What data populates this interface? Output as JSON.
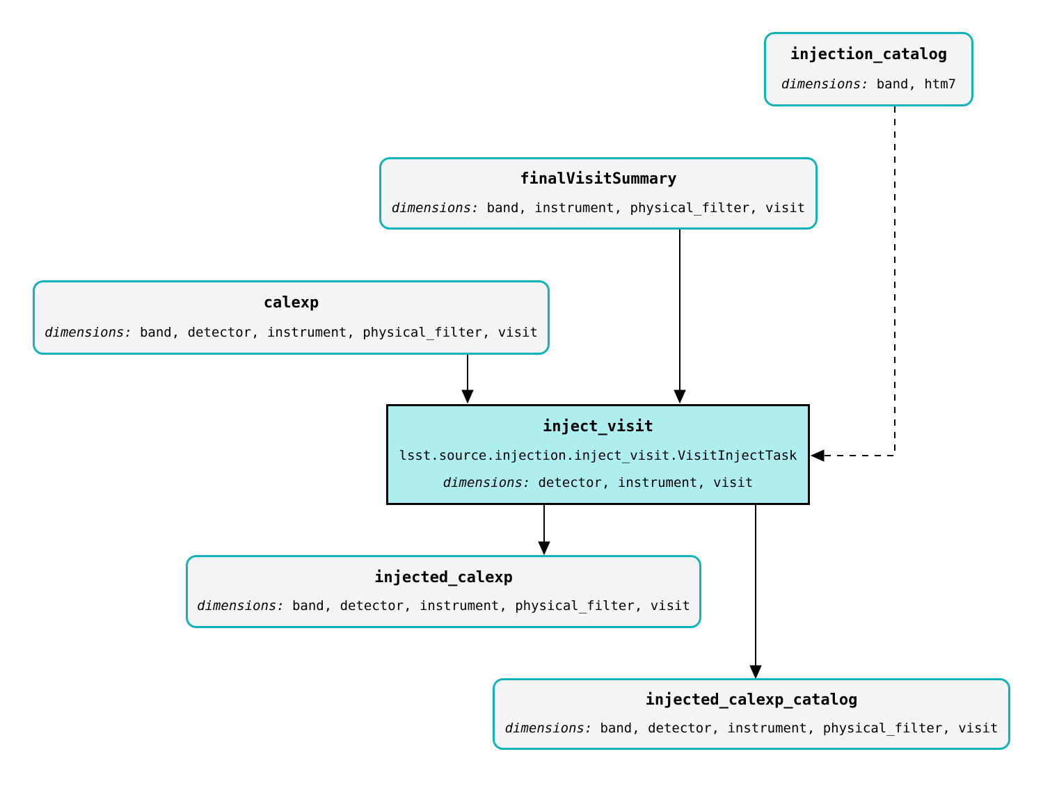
{
  "colors": {
    "background": "#ffffff",
    "dataset_border": "#10b3bc",
    "dataset_fill": "#f4f4f4",
    "task_border": "#000000",
    "task_fill": "#afeeee",
    "edge": "#000000",
    "text": "#000000"
  },
  "nodes": {
    "injection_catalog": {
      "title": "injection_catalog",
      "dims_label": "dimensions:",
      "dims": "band, htm7"
    },
    "finalVisitSummary": {
      "title": "finalVisitSummary",
      "dims_label": "dimensions:",
      "dims": "band, instrument, physical_filter, visit"
    },
    "calexp": {
      "title": "calexp",
      "dims_label": "dimensions:",
      "dims": "band, detector, instrument, physical_filter, visit"
    },
    "inject_visit": {
      "title": "inject_visit",
      "task_class": "lsst.source.injection.inject_visit.VisitInjectTask",
      "dims_label": "dimensions:",
      "dims": "detector, instrument, visit"
    },
    "injected_calexp": {
      "title": "injected_calexp",
      "dims_label": "dimensions:",
      "dims": "band, detector, instrument, physical_filter, visit"
    },
    "injected_calexp_catalog": {
      "title": "injected_calexp_catalog",
      "dims_label": "dimensions:",
      "dims": "band, detector, instrument, physical_filter, visit"
    }
  },
  "edges": [
    {
      "from": "calexp",
      "to": "inject_visit",
      "style": "solid"
    },
    {
      "from": "finalVisitSummary",
      "to": "inject_visit",
      "style": "solid"
    },
    {
      "from": "injection_catalog",
      "to": "inject_visit",
      "style": "dashed"
    },
    {
      "from": "inject_visit",
      "to": "injected_calexp",
      "style": "solid"
    },
    {
      "from": "inject_visit",
      "to": "injected_calexp_catalog",
      "style": "solid"
    }
  ]
}
